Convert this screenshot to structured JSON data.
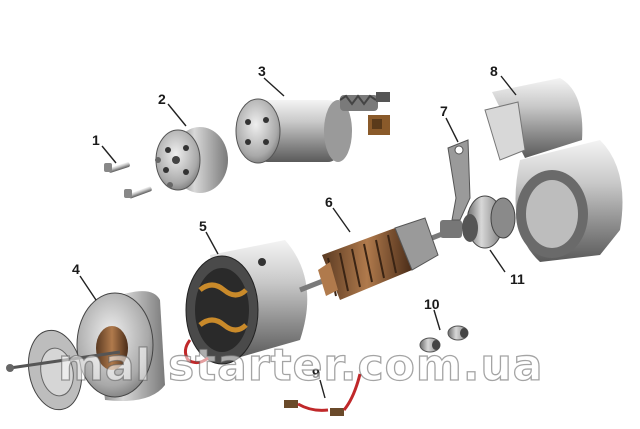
{
  "callouts": [
    "1",
    "2",
    "3",
    "4",
    "5",
    "6",
    "7",
    "8",
    "9",
    "10",
    "11"
  ],
  "watermark": "mal starter.com.ua"
}
